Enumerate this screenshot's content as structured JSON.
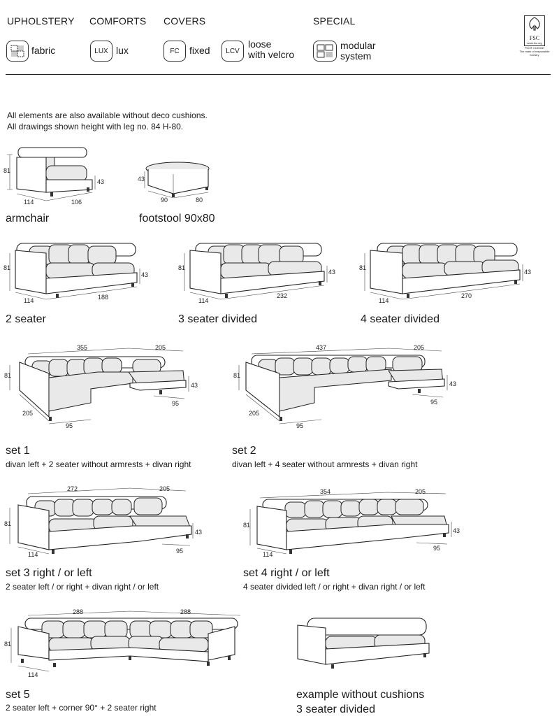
{
  "header": {
    "upholstery": "UPHOLSTERY",
    "comforts": "COMFORTS",
    "covers": "COVERS",
    "special": "SPECIAL",
    "fabric": "fabric",
    "lux_code": "LUX",
    "lux": "lux",
    "fc_code": "FC",
    "fixed": "fixed",
    "lcv_code": "LCV",
    "loose_line1": "loose",
    "loose_line2": "with velcro",
    "modular_line1": "modular",
    "modular_line2": "system",
    "fsc_logo": "FSC",
    "fsc_site": "www.fsc.org",
    "fsc_code": "FSC® C109437",
    "fsc_tag": "The mark of responsible forestry"
  },
  "notes": {
    "line1": "All elements are also available without deco cushions.",
    "line2": "All drawings shown height with leg no. 84 H-80."
  },
  "items": {
    "armchair": {
      "title": "armchair",
      "dims": [
        "81",
        "43",
        "114",
        "106"
      ]
    },
    "footstool": {
      "title": "footstool 90x80",
      "dims": [
        "43",
        "90",
        "80"
      ]
    },
    "two_seater": {
      "title": "2 seater",
      "dims": [
        "81",
        "43",
        "114",
        "188"
      ]
    },
    "three_seater": {
      "title": "3 seater divided",
      "dims": [
        "81",
        "43",
        "114",
        "232"
      ]
    },
    "four_seater": {
      "title": "4 seater divided",
      "dims": [
        "81",
        "43",
        "114",
        "270"
      ]
    },
    "set1": {
      "title": "set 1",
      "subtitle": "divan left + 2 seater without armrests + divan right",
      "dims": [
        "355",
        "205",
        "81",
        "43",
        "95",
        "205",
        "95"
      ]
    },
    "set2": {
      "title": "set 2",
      "subtitle": "divan left + 4 seater without armrests + divan right",
      "dims": [
        "437",
        "205",
        "81",
        "43",
        "95",
        "205",
        "95"
      ]
    },
    "set3": {
      "title": "set 3 right / or left",
      "subtitle": "2 seater left / or right + divan right / or left",
      "dims": [
        "272",
        "205",
        "81",
        "43",
        "95",
        "114"
      ]
    },
    "set4": {
      "title": "set 4 right / or left",
      "subtitle": "4 seater divided left / or right + divan right / or left",
      "dims": [
        "354",
        "205",
        "81",
        "43",
        "95",
        "114"
      ]
    },
    "set5": {
      "title": "set 5",
      "subtitle": "2 seater left + corner 90° + 2 seater right",
      "dims": [
        "288",
        "288",
        "81",
        "114"
      ]
    },
    "example": {
      "title_line1": "example without cushions",
      "title_line2": "3 seater divided"
    }
  }
}
